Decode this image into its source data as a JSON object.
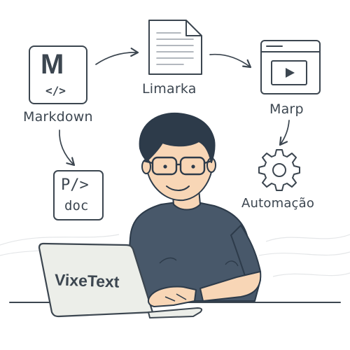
{
  "nodes": {
    "markdown": {
      "label": "Markdown",
      "logo_letter": "M",
      "logo_code": "</>"
    },
    "limarka": {
      "label": "Limarka"
    },
    "marp": {
      "label": "Marp"
    },
    "pdoc": {
      "line1": "P/>",
      "line2": "doc"
    },
    "automacao": {
      "label": "Automação"
    }
  },
  "laptop": {
    "brand": "VixeText"
  },
  "icons": [
    "markdown-logo-icon",
    "document-icon",
    "presentation-window-icon",
    "pdoc-card-icon",
    "gear-icon"
  ],
  "colors": {
    "ink": "#3c4650",
    "shirt": "#48586a",
    "hair": "#2d3b4a",
    "skin": "#f8d6b6",
    "laptop": "#eceee9"
  }
}
